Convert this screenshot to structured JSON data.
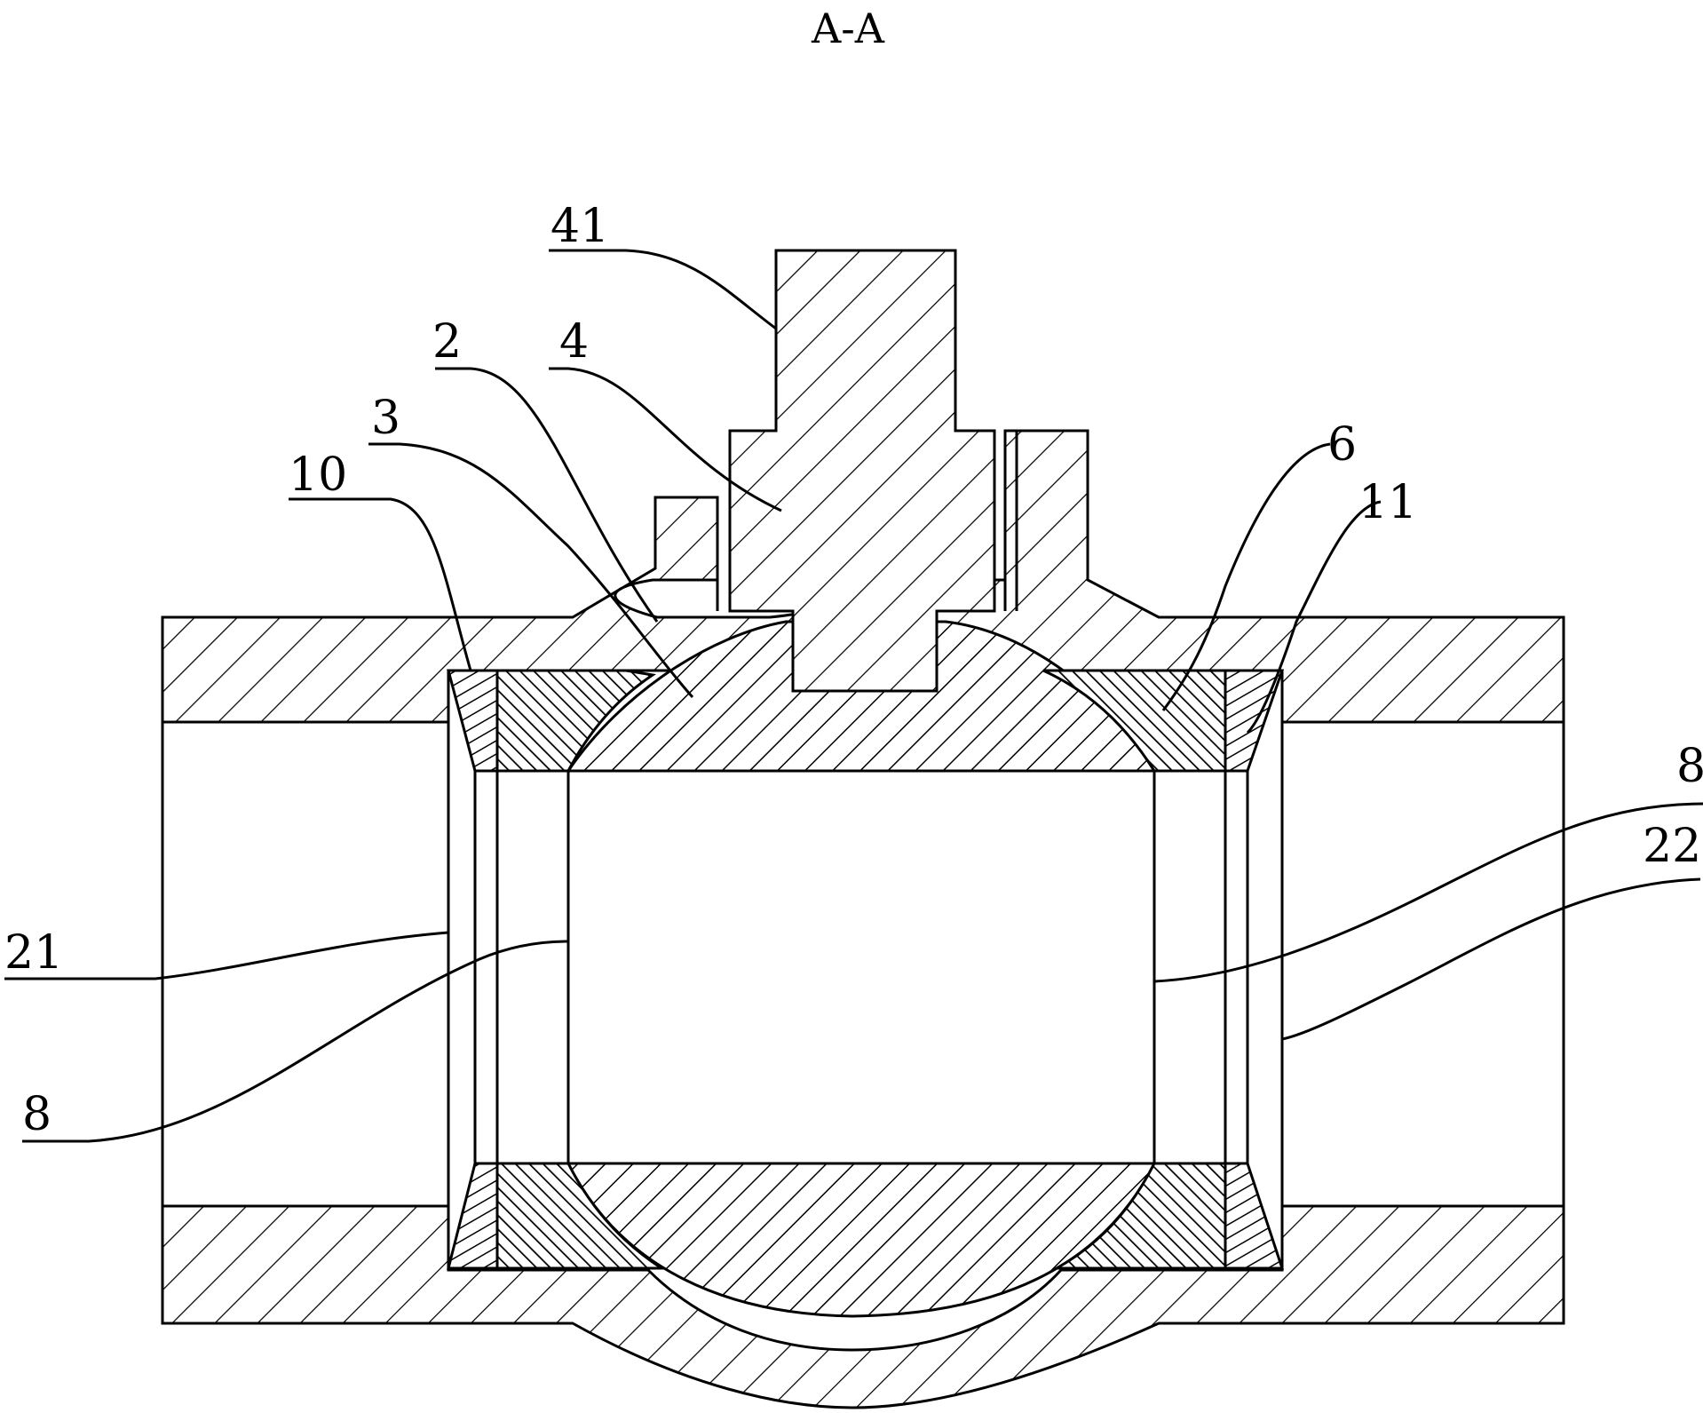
{
  "drawing": {
    "section_title": "A-A",
    "colors": {
      "line": "#000000",
      "background": "#ffffff"
    },
    "callouts": [
      {
        "id": "c41",
        "text": "41"
      },
      {
        "id": "c4",
        "text": "4"
      },
      {
        "id": "c2",
        "text": "2"
      },
      {
        "id": "c3",
        "text": "3"
      },
      {
        "id": "c10",
        "text": "10"
      },
      {
        "id": "c6",
        "text": "6"
      },
      {
        "id": "c11",
        "text": "11"
      },
      {
        "id": "c8r",
        "text": "8"
      },
      {
        "id": "c22",
        "text": "22"
      },
      {
        "id": "c21",
        "text": "21"
      },
      {
        "id": "c8l",
        "text": "8"
      }
    ]
  }
}
